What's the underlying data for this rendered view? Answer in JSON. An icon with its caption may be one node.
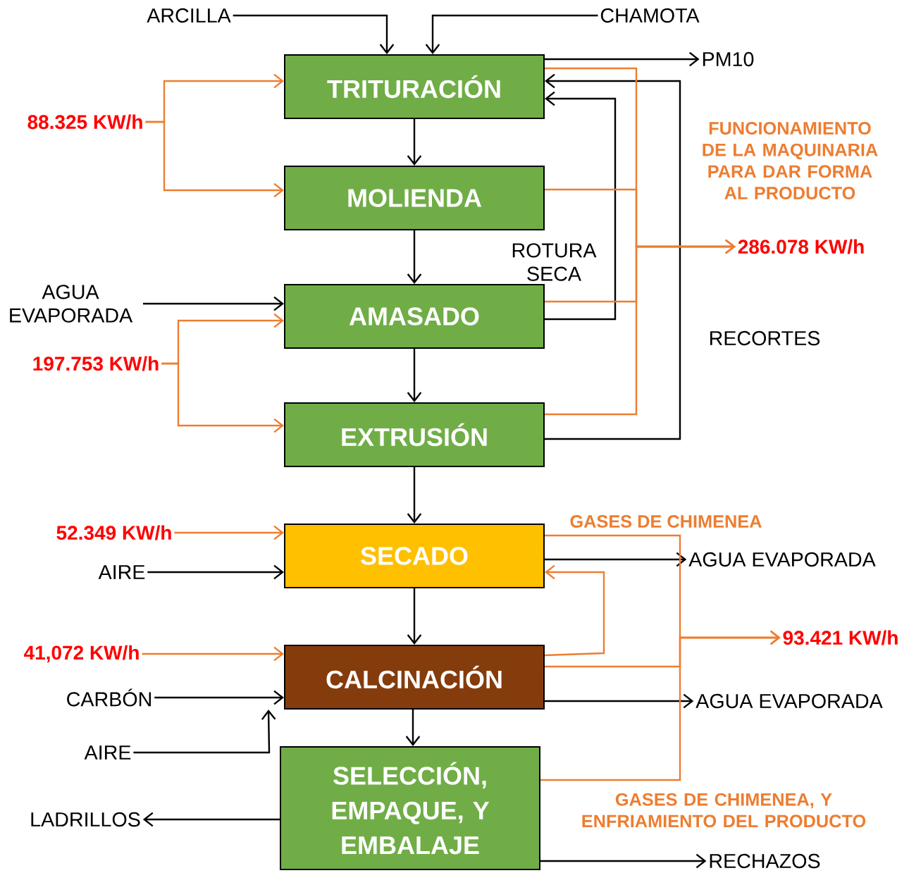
{
  "diagram": {
    "nodes": [
      {
        "text": [
          "TRITURACIÓN"
        ]
      },
      {
        "text": [
          "MOLIENDA"
        ]
      },
      {
        "text": [
          "AMASADO"
        ]
      },
      {
        "text": [
          "EXTRUSIÓN"
        ]
      },
      {
        "text": [
          "SECADO"
        ]
      },
      {
        "text": [
          "CALCINACIÓN"
        ]
      },
      {
        "text": [
          "SELECCIÓN, EMPAQUE, Y EMBALAJE"
        ]
      },
      {
        "text": [
          "ARCILLA"
        ]
      },
      {
        "text": [
          "CHAMOTA"
        ]
      },
      {
        "text": [
          "PM10"
        ]
      },
      {
        "text": [
          "88.325 KW/h"
        ]
      },
      {
        "text": [
          "AGUA EVAPORADA"
        ]
      },
      {
        "text": [
          "197.753 KW/h"
        ]
      },
      {
        "text": [
          "52.349 KW/h"
        ]
      },
      {
        "text": [
          "AIRE"
        ]
      },
      {
        "text": [
          "41,072 KW/h"
        ]
      },
      {
        "text": [
          "CARBÓN"
        ]
      },
      {
        "text": [
          "AIRE"
        ]
      },
      {
        "text": [
          "LADRILLOS"
        ]
      },
      {
        "text": [
          "286.078 KW/h"
        ]
      },
      {
        "text": [
          "AGUA EVAPORADA"
        ]
      },
      {
        "text": [
          "AGUA EVAPORADA"
        ]
      },
      {
        "text": [
          "93.421 KW/h"
        ]
      },
      {
        "text": [
          "RECHAZOS"
        ]
      }
    ],
    "edges": [
      {
        "from": 7,
        "to": 0,
        "arrow": "to"
      },
      {
        "from": 8,
        "to": 0,
        "arrow": "to"
      },
      {
        "from": 0,
        "to": 9,
        "arrow": "to"
      },
      {
        "from": 0,
        "to": 1,
        "arrow": "to"
      },
      {
        "from": 1,
        "to": 2,
        "arrow": "to"
      },
      {
        "from": 2,
        "to": 3,
        "arrow": "to"
      },
      {
        "from": 3,
        "to": 4,
        "arrow": "to"
      },
      {
        "from": 4,
        "to": 5,
        "arrow": "to"
      },
      {
        "from": 5,
        "to": 6,
        "arrow": "to"
      },
      {
        "from": 10,
        "to": 0,
        "arrow": "to",
        "color": "#ed7d31"
      },
      {
        "from": 10,
        "to": 1,
        "arrow": "to",
        "color": "#ed7d31"
      },
      {
        "from": 11,
        "to": 2,
        "arrow": "to"
      },
      {
        "from": 12,
        "to": 2,
        "arrow": "to",
        "color": "#ed7d31"
      },
      {
        "from": 12,
        "to": 3,
        "arrow": "to",
        "color": "#ed7d31"
      },
      {
        "from": 2,
        "to": 0,
        "arrow": "to"
      },
      {
        "from": 3,
        "to": 0,
        "arrow": "to"
      },
      {
        "from": 0,
        "to": 19,
        "arrow": "to",
        "color": "#ed7d31"
      },
      {
        "from": 1,
        "to": 19,
        "arrow": "to",
        "color": "#ed7d31"
      },
      {
        "from": 2,
        "to": 19,
        "arrow": "to",
        "color": "#ed7d31"
      },
      {
        "from": 3,
        "to": 19,
        "arrow": "to",
        "color": "#ed7d31"
      },
      {
        "from": 13,
        "to": 4,
        "arrow": "to",
        "color": "#ed7d31"
      },
      {
        "from": 14,
        "to": 4,
        "arrow": "to"
      },
      {
        "from": 4,
        "to": 20,
        "arrow": "to"
      },
      {
        "from": 5,
        "to": 4,
        "arrow": "to",
        "color": "#ed7d31"
      },
      {
        "from": 15,
        "to": 5,
        "arrow": "to",
        "color": "#ed7d31"
      },
      {
        "from": 16,
        "to": 5,
        "arrow": "to"
      },
      {
        "from": 17,
        "to": 5,
        "arrow": "to"
      },
      {
        "from": 5,
        "to": 21,
        "arrow": "to"
      },
      {
        "from": 4,
        "to": 22,
        "arrow": "to",
        "color": "#ed7d31"
      },
      {
        "from": 5,
        "to": 22,
        "arrow": "to",
        "color": "#ed7d31"
      },
      {
        "from": 6,
        "to": 22,
        "arrow": "to",
        "color": "#ed7d31"
      },
      {
        "from": 6,
        "to": 18,
        "arrow": "to"
      },
      {
        "from": 6,
        "to": 23,
        "arrow": "to"
      }
    ],
    "labels": [
      "ROTURA SECA",
      "FUNCIONAMIENTO DE LA MAQUINARIA PARA DAR FORMA AL PRODUCTO",
      "RECORTES",
      "GASES DE CHIMENEA",
      "GASES DE CHIMENEA, Y ENFRIAMIENTO DEL PRODUCTO"
    ]
  }
}
